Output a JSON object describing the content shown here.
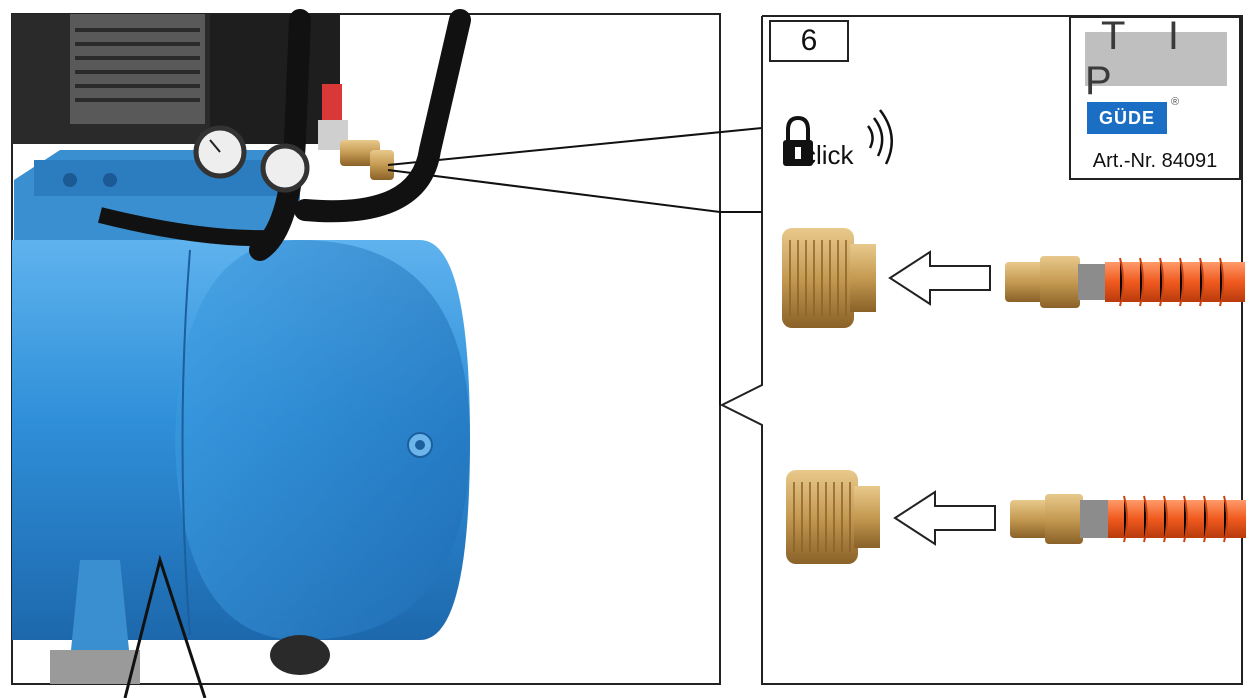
{
  "step": {
    "number": "6"
  },
  "tip": {
    "label": "T I P",
    "brand": "GÜDE",
    "article_number": "Art.-Nr. 84091"
  },
  "callout": {
    "click_text": "click"
  },
  "icons": {
    "lock": "lock-icon",
    "sound": "sound-waves-icon",
    "arrow": "arrow-left-icon"
  },
  "colors": {
    "tank_blue": "#2f8fd8",
    "brass": "#c59a52",
    "hose_orange": "#f05a1e",
    "brand_blue": "#1a6fc4",
    "tip_gray": "#bfbfbf"
  }
}
